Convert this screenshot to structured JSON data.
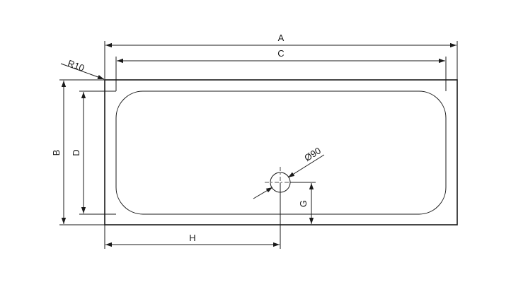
{
  "labels": {
    "a": "A",
    "b": "B",
    "c": "C",
    "d": "D",
    "g": "G",
    "h": "H",
    "radius": "R10",
    "drain_diameter": "Ø90"
  },
  "colors": {
    "line": "#1a1a1a",
    "background": "#ffffff"
  }
}
